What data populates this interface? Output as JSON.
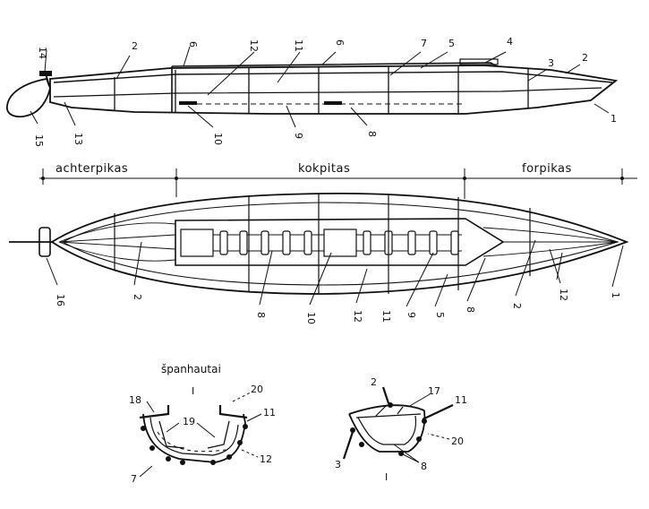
{
  "sections": {
    "aft": "achterpikas",
    "cockpit": "kokpitas",
    "fore": "forpikas"
  },
  "side_view": {
    "n14": "14",
    "n2a": "2",
    "n6a": "6",
    "n12": "12",
    "n11": "11",
    "n6b": "6",
    "n7": "7",
    "n5": "5",
    "n4": "4",
    "n3": "3",
    "n2b": "2",
    "n1": "1",
    "n15": "15",
    "n13": "13",
    "n10": "10",
    "n9": "9",
    "n8": "8"
  },
  "plan_view": {
    "n16": "16",
    "n2a": "2",
    "n8a": "8",
    "n10": "10",
    "n12a": "12",
    "n11": "11",
    "n9": "9",
    "n5": "5",
    "n8b": "8",
    "n2b": "2",
    "n12b": "12",
    "n1": "1"
  },
  "section_left": {
    "label": "španhautai",
    "arrow": "I",
    "n18": "18",
    "n19": "19",
    "n20": "20",
    "n11": "11",
    "n12": "12",
    "n7": "7"
  },
  "section_right": {
    "n2": "2",
    "n17": "17",
    "n11": "11",
    "n20": "20",
    "n3": "3",
    "n8": "8",
    "arrow": "I"
  }
}
